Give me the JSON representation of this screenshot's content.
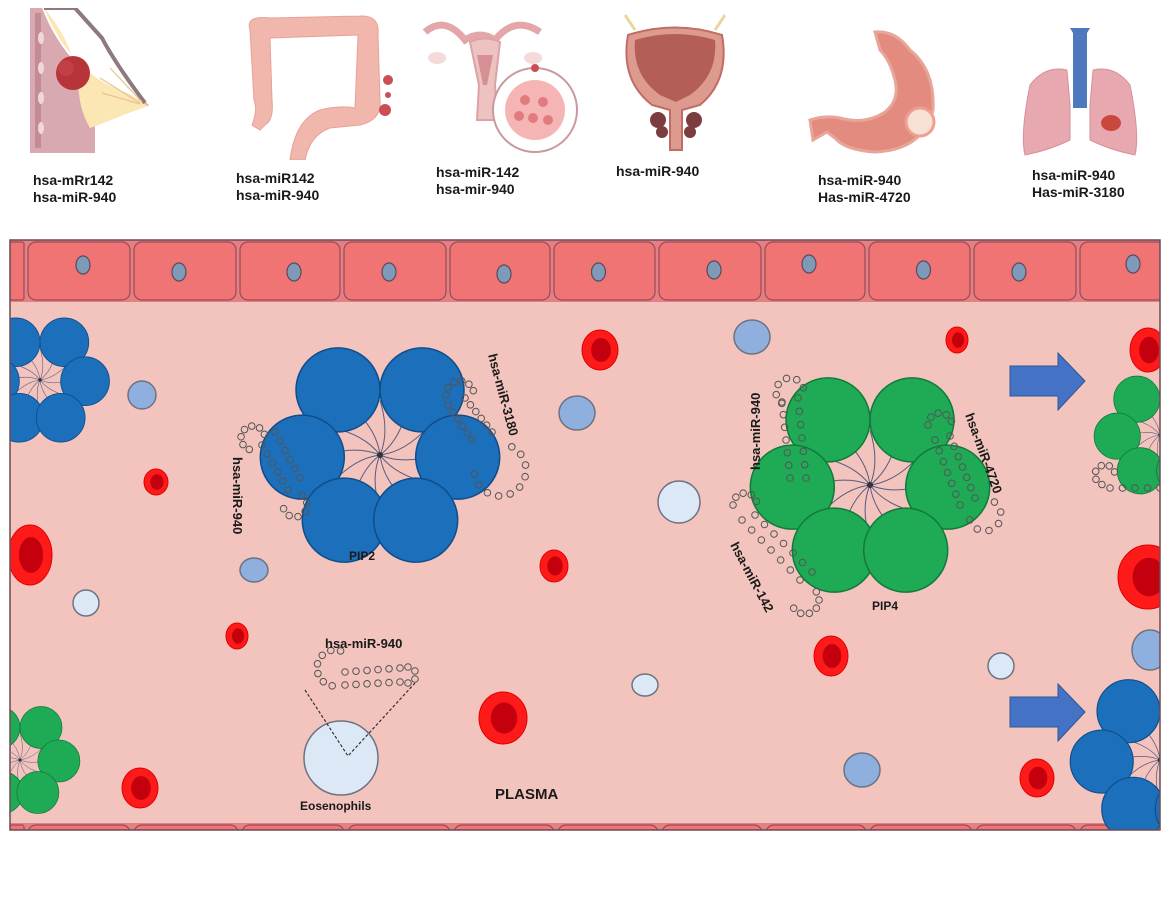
{
  "organs": [
    {
      "name": "breast",
      "lines": [
        "hsa-mRr142",
        "hsa-miR-940"
      ]
    },
    {
      "name": "colon",
      "lines": [
        "hsa-miR142",
        "hsa-miR-940"
      ]
    },
    {
      "name": "uterus-ovary",
      "lines": [
        "hsa-miR-142",
        "hsa-mir-940"
      ]
    },
    {
      "name": "prostate-bladder",
      "lines": [
        "hsa-miR-940"
      ]
    },
    {
      "name": "stomach",
      "lines": [
        "hsa-miR-940",
        "Has-miR-4720"
      ]
    },
    {
      "name": "lung",
      "lines": [
        "hsa-miR-940",
        "Has-miR-3180"
      ]
    }
  ],
  "vessel": {
    "plasma_label": "PLASMA",
    "pip2": {
      "label": "PIP2",
      "mirnas": [
        "hsa-miR-940",
        "hsa-miR-3180"
      ]
    },
    "pip4": {
      "label": "PIP4",
      "mirnas": [
        "hsa-miR-940",
        "hsa-miR-4720",
        "hsa-miR-142"
      ]
    },
    "eosinophil": {
      "label": "Eosenophils",
      "mirna": "hsa-miR-940"
    }
  },
  "colors": {
    "plasma_bg": "#f2c4bd",
    "endothelial_cell": "#f07474",
    "endothelial_border": "#9a4a58",
    "nucleus": "#7f9ab8",
    "pip2_blue": "#1c6fba",
    "pip4_green": "#1faa55",
    "rbc_outer": "#ff1a1a",
    "rbc_inner": "#c4000e",
    "arrow": "#4472c4",
    "light_cell": "#dde8f7",
    "mid_cell": "#8fb0df"
  }
}
